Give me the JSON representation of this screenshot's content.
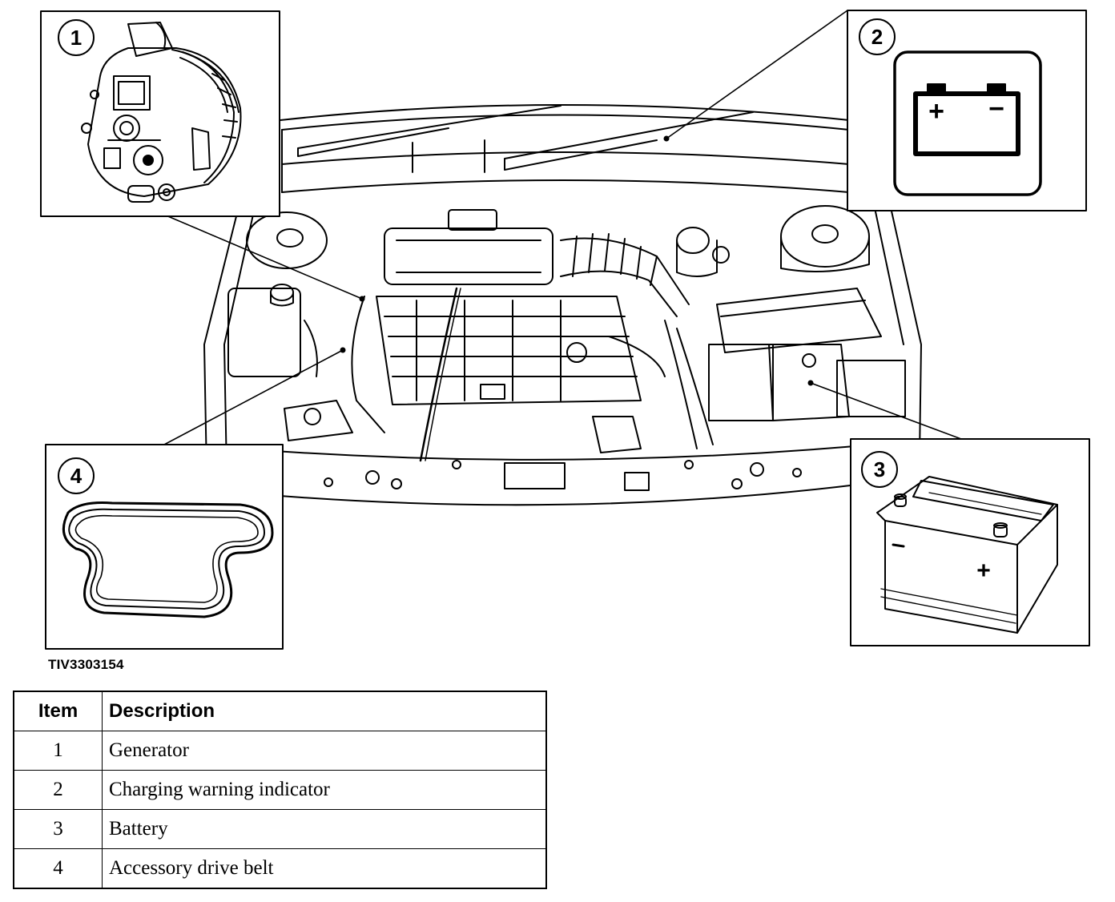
{
  "figure": {
    "code": "TIV3303154",
    "callouts": [
      {
        "number": "1",
        "part": "generator-illustration"
      },
      {
        "number": "2",
        "part": "charging-warning-indicator-icon"
      },
      {
        "number": "3",
        "part": "battery-illustration"
      },
      {
        "number": "4",
        "part": "accessory-drive-belt-illustration"
      }
    ],
    "indicator_symbols": {
      "plus": "+",
      "minus": "−"
    },
    "battery_symbols": {
      "plus": "+",
      "minus": "−"
    }
  },
  "legend": {
    "headers": {
      "item": "Item",
      "description": "Description"
    },
    "rows": [
      {
        "item": "1",
        "description": "Generator"
      },
      {
        "item": "2",
        "description": "Charging warning indicator"
      },
      {
        "item": "3",
        "description": "Battery"
      },
      {
        "item": "4",
        "description": "Accessory drive belt"
      }
    ]
  }
}
